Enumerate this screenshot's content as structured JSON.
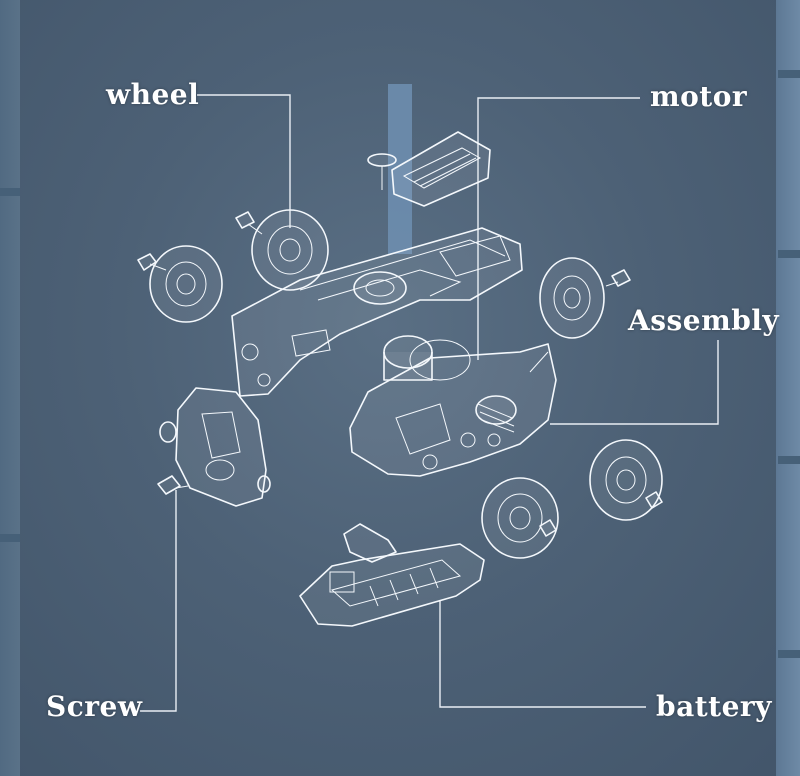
{
  "labels": {
    "wheel": "wheel",
    "motor": "motor",
    "assembly": "Assembly",
    "screw": "Screw",
    "battery": "battery"
  },
  "colors": {
    "background": "#4b5f73",
    "line_art": "#f4f8fc",
    "accent_bar": "#6f8fb2"
  }
}
